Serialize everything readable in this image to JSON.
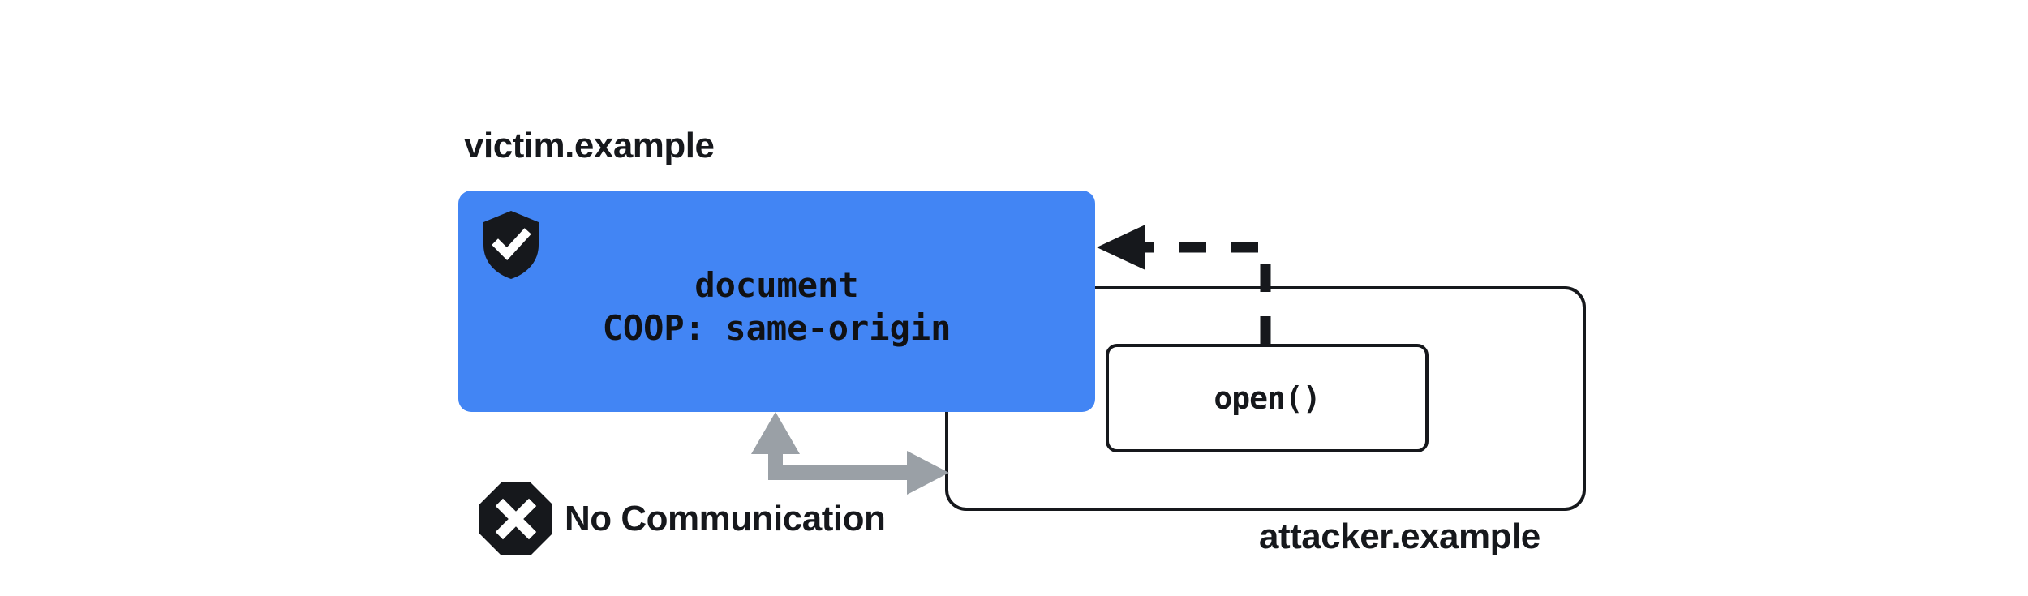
{
  "diagram": {
    "title_victim": "victim.example",
    "title_attacker": "attacker.example",
    "victim_document": {
      "line1": "document",
      "line2": "COOP: same-origin",
      "shield_icon": "shield-check-icon",
      "background_color": "#4285F4"
    },
    "attacker_call": {
      "label": "open()"
    },
    "no_communication": {
      "label": "No Communication",
      "icon": "octagon-x-icon"
    },
    "connectors": {
      "dashed_arrow_name": "opener-reference-dashed-arrow",
      "blocked_arrow_name": "no-communication-gray-arrow",
      "dashed_color": "#16181C",
      "blocked_color": "#9AA0A6"
    },
    "colors": {
      "ink": "#16181C",
      "blue": "#4285F4",
      "gray": "#9AA0A6",
      "white": "#FFFFFF"
    }
  }
}
